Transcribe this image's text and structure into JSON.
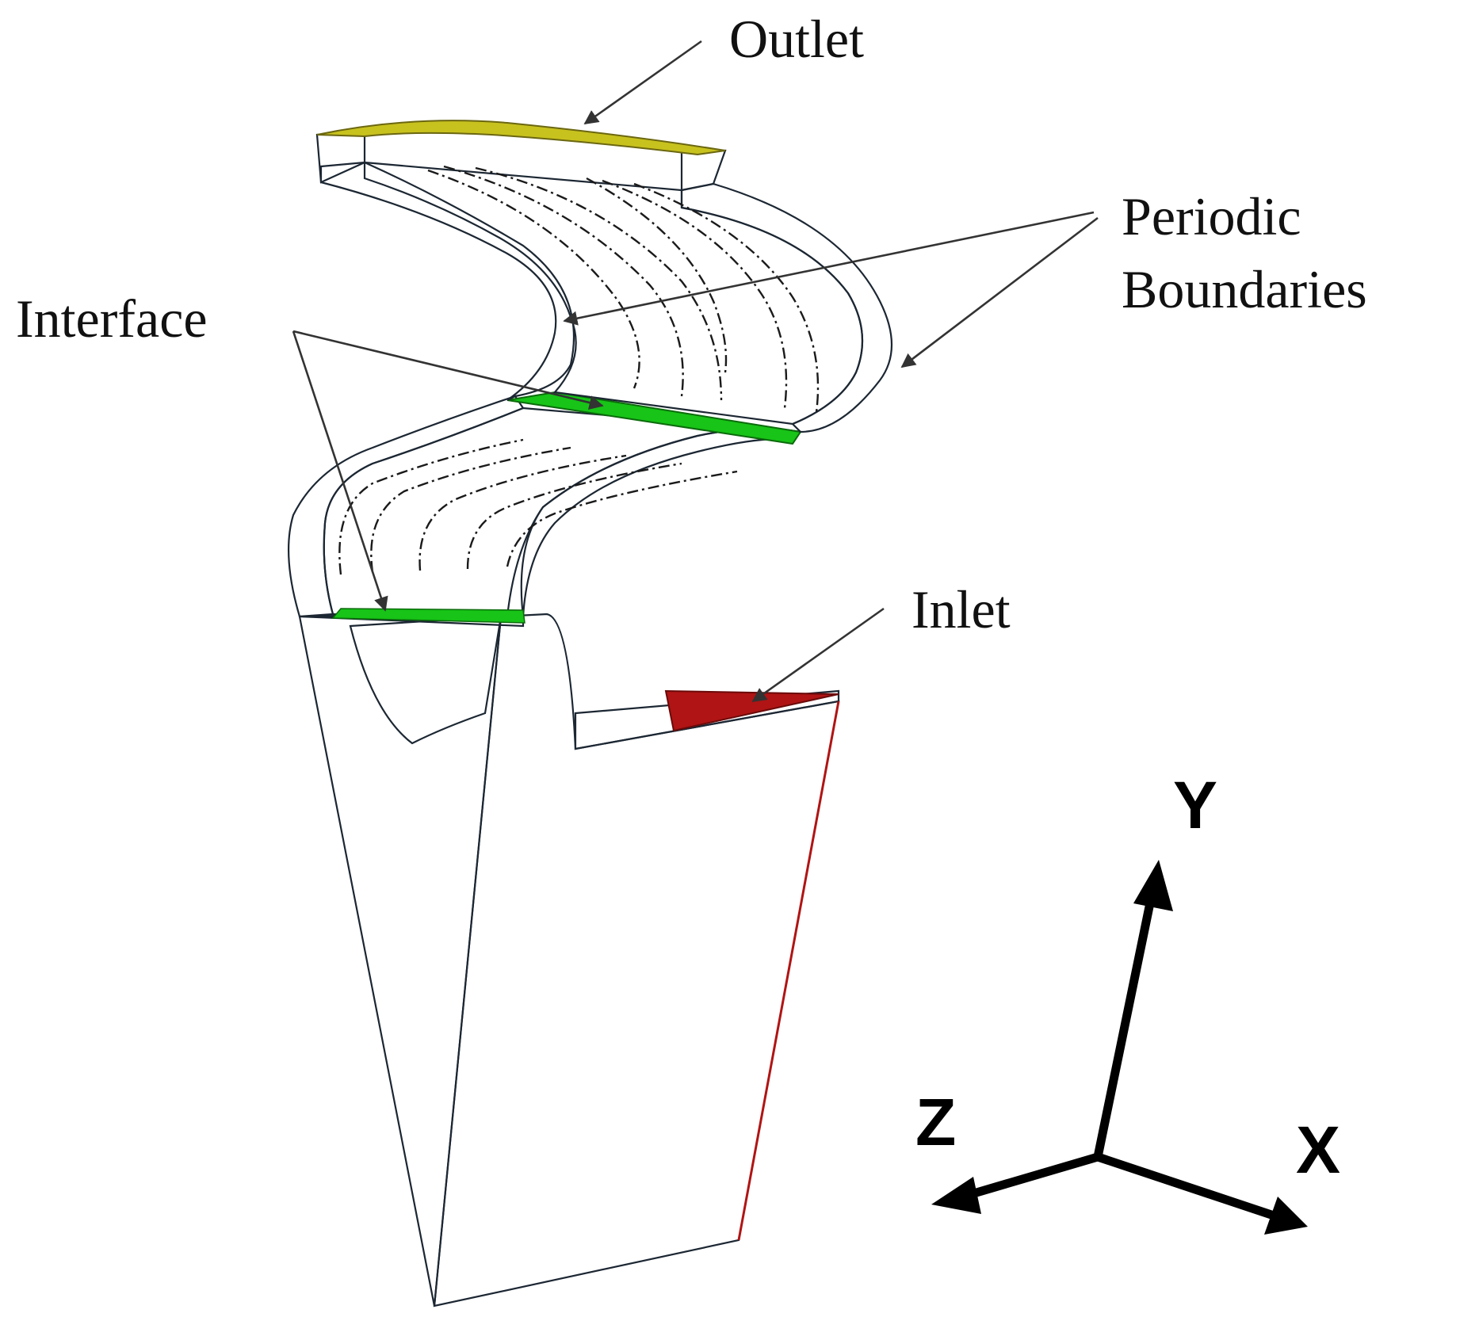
{
  "labels": {
    "outlet": "Outlet",
    "periodic_line1": "Periodic",
    "periodic_line2": "Boundaries",
    "interface": "Interface",
    "inlet": "Inlet"
  },
  "axes": {
    "y": "Y",
    "z": "Z",
    "x": "X"
  },
  "colors": {
    "domain": "#0f7ff0",
    "domain_side": "#1d6fd6",
    "outlet": "#c8c21e",
    "interface": "#17c417",
    "inlet": "#b01414",
    "outline": "#1c2733"
  }
}
